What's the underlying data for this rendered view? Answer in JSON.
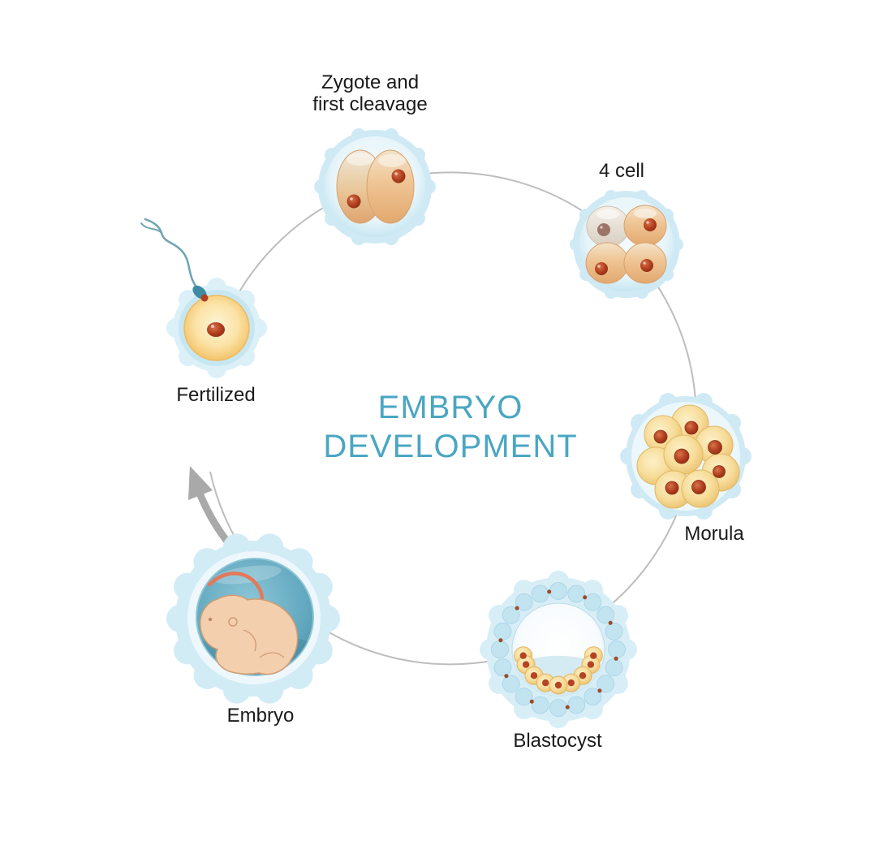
{
  "diagram": {
    "title_line1": "EMBRYO",
    "title_line2": "DEVELOPMENT"
  },
  "stages": {
    "fertilized": {
      "label": "Fertilized"
    },
    "zygote": {
      "label_line1": "Zygote and",
      "label_line2": "first cleavage"
    },
    "four_cell": {
      "label": "4 cell"
    },
    "morula": {
      "label": "Morula"
    },
    "blastocyst": {
      "label": "Blastocyst"
    },
    "embryo": {
      "label": "Embryo"
    }
  },
  "colors": {
    "title_teal": "#4aa6c2",
    "label_text": "#1a1a1a",
    "membrane_blue": "#cfeaf4",
    "cell_tan": "#eec193",
    "cell_gray": "#ddd5cb",
    "nucleus_red": "#b13f1f",
    "morula_yellow": "#f7dd9b",
    "egg_yellow": "#f7c766",
    "amnion_teal": "#5ea4bb",
    "fetus_skin": "#f4cfae",
    "cord_salmon": "#e2795b",
    "sperm_teal": "#3e8ba3",
    "arc_gray": "#bdbdbd",
    "arrow_gray": "#a9a9a9"
  }
}
